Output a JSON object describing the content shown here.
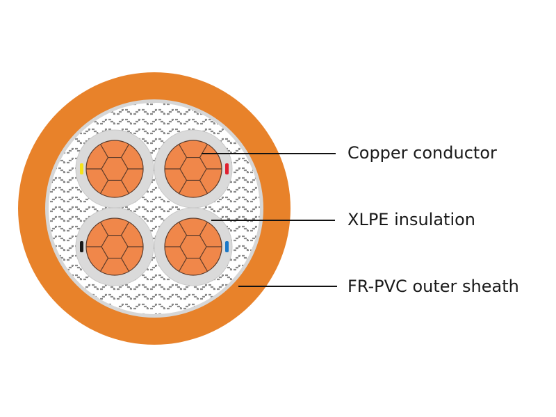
{
  "title": "Cable cross-section",
  "colors": {
    "sheath": "#E8822A",
    "bedding": "#D6D6D6",
    "filler_bg": "#FFFFFF",
    "filler_pattern": "#8A8A8A",
    "insulation": "#DADADA",
    "conductor": "#F0874A",
    "conductor_lines": "#5A3A2A",
    "leader": "#111111"
  },
  "cores": [
    {
      "position": "top-left",
      "marker_color": "#F5E31A",
      "marker_side": "left"
    },
    {
      "position": "top-right",
      "marker_color": "#E02030",
      "marker_side": "right"
    },
    {
      "position": "bottom-left",
      "marker_color": "#1A1A1A",
      "marker_side": "left"
    },
    {
      "position": "bottom-right",
      "marker_color": "#1A78C8",
      "marker_side": "right"
    }
  ],
  "labels": [
    {
      "text": "Copper conductor",
      "target": "conductor"
    },
    {
      "text": "XLPE insulation",
      "target": "insulation"
    },
    {
      "text": "FR-PVC outer sheath",
      "target": "sheath"
    }
  ]
}
